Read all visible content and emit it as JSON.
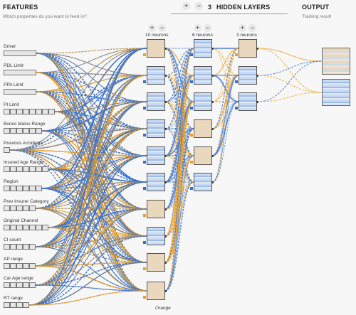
{
  "header": {
    "features_title": "FEATURES",
    "features_subtitle": "Which properties do you want to feed in?",
    "add_layer_symbol": "+",
    "remove_layer_symbol": "−",
    "layers_count": "3",
    "layers_title": "HIDDEN LAYERS",
    "output_title": "OUTPUT",
    "output_subtitle": "Training result"
  },
  "layers": [
    {
      "label": "10 neurons",
      "add": "+",
      "remove": "−"
    },
    {
      "label": "6 neurons",
      "add": "+",
      "remove": "−"
    },
    {
      "label": "3 neurons",
      "add": "+",
      "remove": "−"
    }
  ],
  "features": [
    {
      "label": "Driver",
      "boxes": 1
    },
    {
      "label": "PDL Limit",
      "boxes": 1
    },
    {
      "label": "PPA Limit",
      "boxes": 1
    },
    {
      "label": "PI Limit",
      "boxes": 8
    },
    {
      "label": "Bonus Malus Range",
      "boxes": 6
    },
    {
      "label": "Previous Accidents",
      "boxes": 1
    },
    {
      "label": "Insured Age Range",
      "boxes": 7
    },
    {
      "label": "Region",
      "boxes": 6
    },
    {
      "label": "Prev Insurer Category",
      "boxes": 5
    },
    {
      "label": "Original Channel",
      "boxes": 7
    },
    {
      "label": "CI count",
      "boxes": 5
    },
    {
      "label": "AP range",
      "boxes": 5
    },
    {
      "label": "Car Age range",
      "boxes": 5
    },
    {
      "label": "RT range",
      "boxes": 4
    }
  ],
  "annotation": "Orange",
  "colors": {
    "blue": "#2f6fd6",
    "orange": "#f0a020",
    "neuron_blue": "#9dbde8",
    "neuron_tan": "#e9d8bd"
  }
}
